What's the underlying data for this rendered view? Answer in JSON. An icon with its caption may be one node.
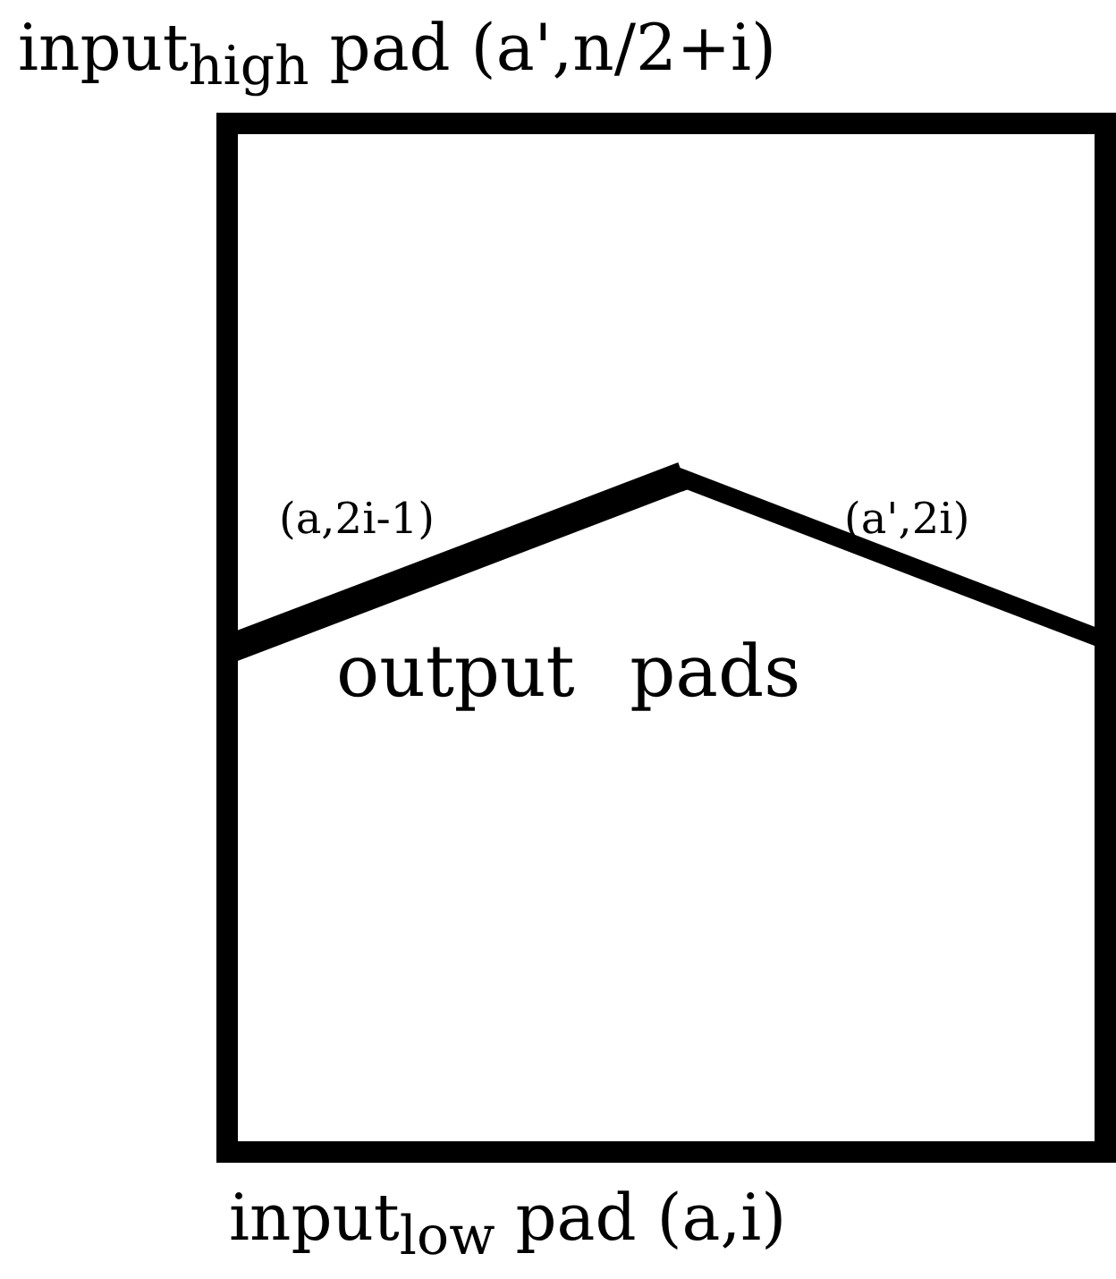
{
  "diagram": {
    "labels": [
      "input$_{high}$ pad (a',n/2+i)",
      "(a,2i-1)",
      "(a',2i)",
      "output pads",
      "input$_{low}$ pad (a,i)"
    ]
  }
}
